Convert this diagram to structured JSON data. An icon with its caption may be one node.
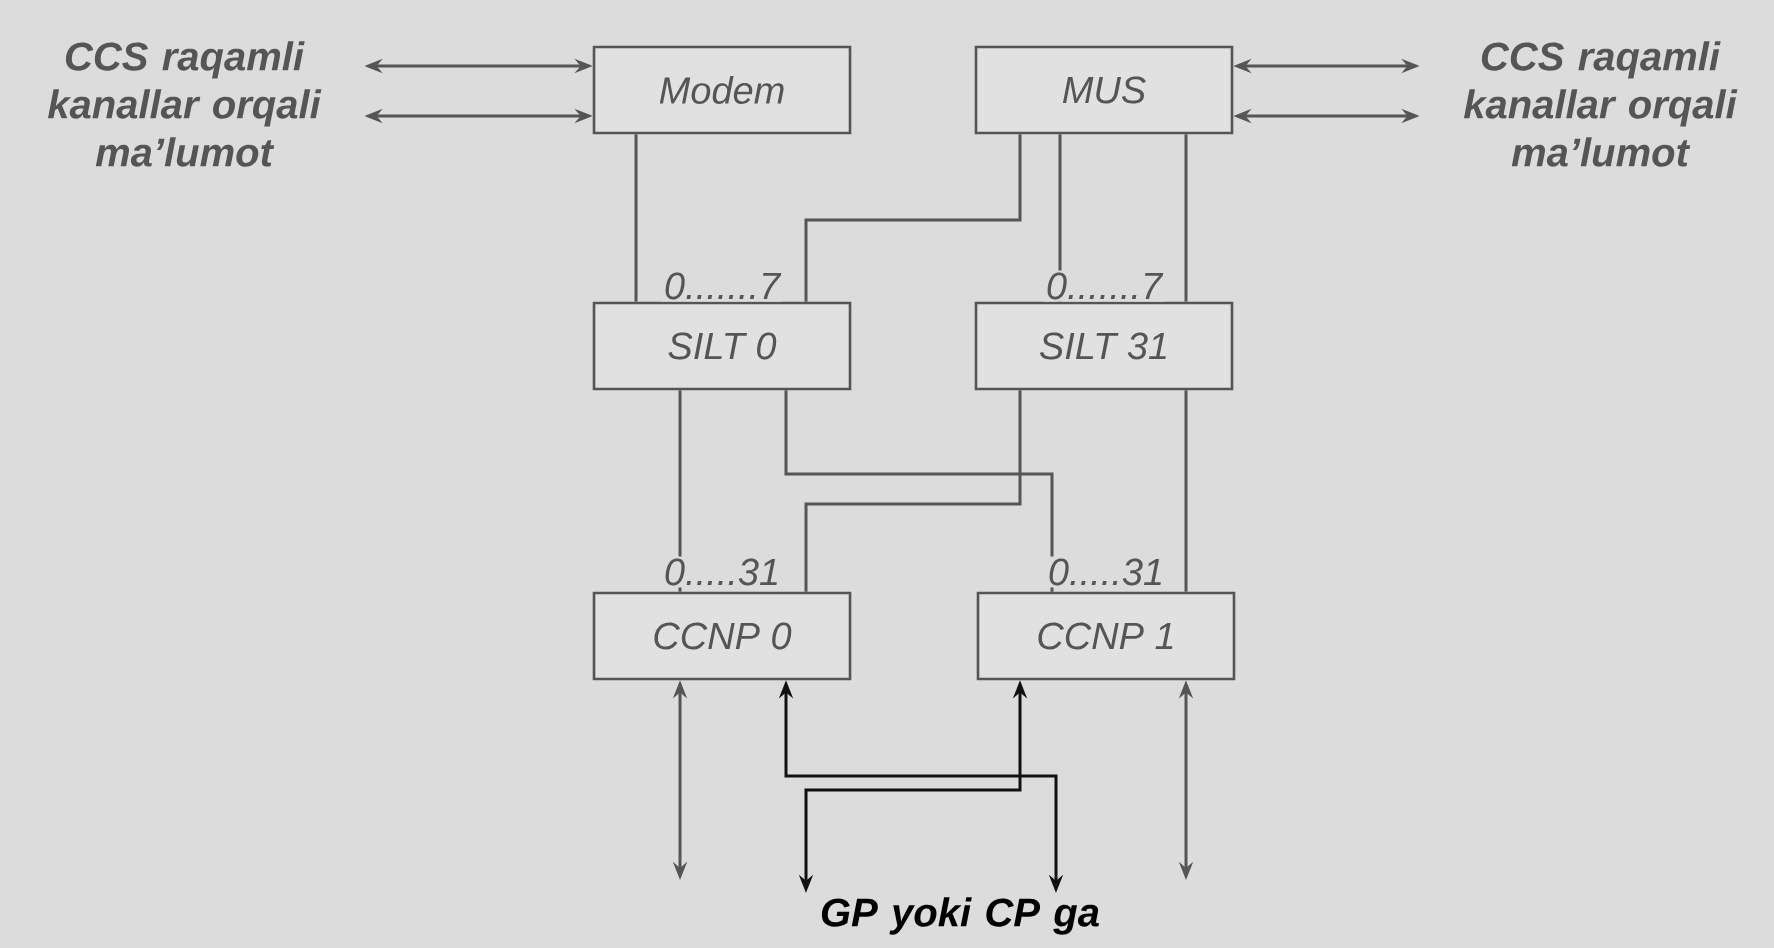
{
  "diagram": {
    "nodes": [
      {
        "text": [
          "CCS raqamli kanallar orqali ma’lumot"
        ]
      },
      {
        "text": [
          "Modem"
        ]
      },
      {
        "text": [
          "MUS"
        ]
      },
      {
        "text": [
          "CCS raqamli kanallar orqali ma’lumot"
        ]
      },
      {
        "text": [
          "SILT 0"
        ]
      },
      {
        "text": [
          "SILT 31"
        ]
      },
      {
        "text": [
          "CCNP 0"
        ]
      },
      {
        "text": [
          "CCNP 1"
        ]
      },
      {
        "text": [
          "GP yoki CP ga"
        ]
      }
    ],
    "edges": [
      {
        "from": 0,
        "to": 1,
        "arrow": "both"
      },
      {
        "from": 0,
        "to": 1,
        "arrow": "both"
      },
      {
        "from": 2,
        "to": 3,
        "arrow": "both"
      },
      {
        "from": 2,
        "to": 3,
        "arrow": "both"
      },
      {
        "from": 1,
        "to": 4,
        "arrow": "none"
      },
      {
        "from": 2,
        "to": 4,
        "arrow": "none"
      },
      {
        "from": 2,
        "to": 5,
        "arrow": "none"
      },
      {
        "from": 2,
        "to": 5,
        "arrow": "none"
      },
      {
        "from": 4,
        "to": 6,
        "arrow": "none"
      },
      {
        "from": 4,
        "to": 7,
        "arrow": "none"
      },
      {
        "from": 5,
        "to": 6,
        "arrow": "none"
      },
      {
        "from": 5,
        "to": 7,
        "arrow": "none"
      },
      {
        "from": null,
        "to": 6,
        "arrow": "both"
      },
      {
        "from": 6,
        "to": 8,
        "arrow": "both",
        "color": "#111111"
      },
      {
        "from": 7,
        "to": 8,
        "arrow": "both",
        "color": "#111111"
      },
      {
        "from": 7,
        "to": null,
        "arrow": "both"
      }
    ],
    "labels": [
      "0.......7",
      "0.......7",
      "0.....31",
      "0.....31"
    ]
  }
}
